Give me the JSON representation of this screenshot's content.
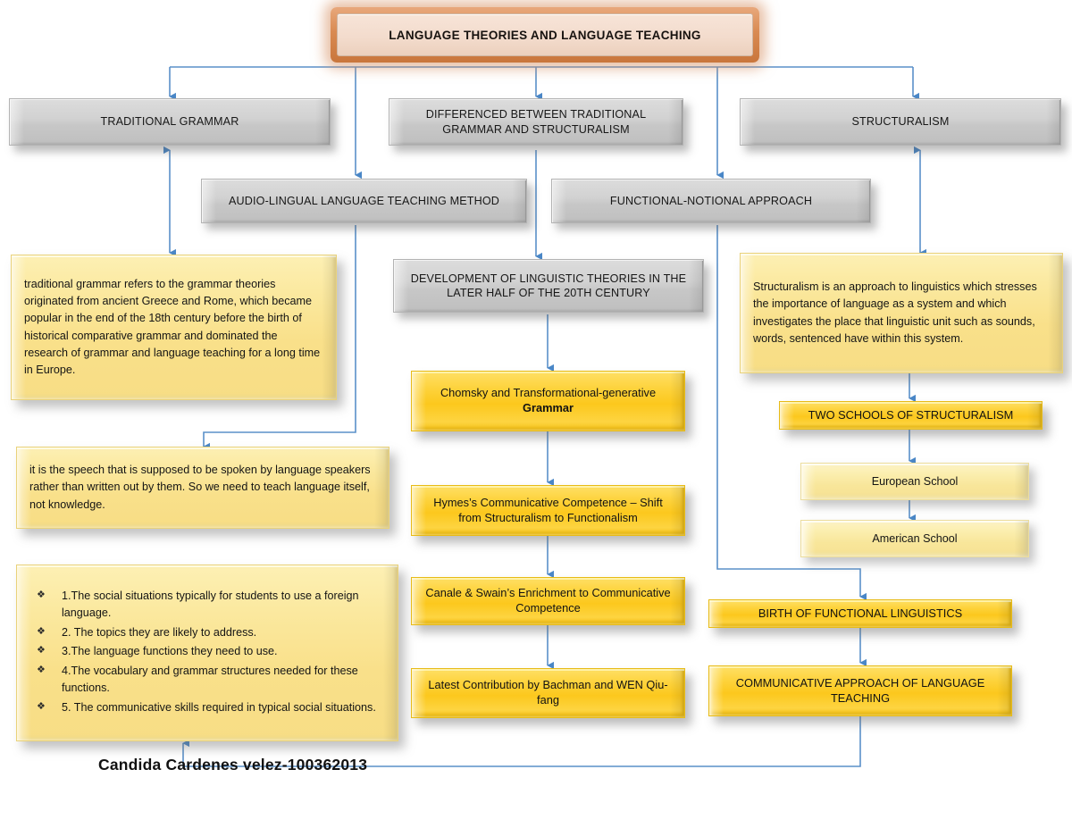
{
  "meta": {
    "accent_blue": "#4a87c7",
    "title_fill": "#f3dccd",
    "title_border": "#d08a55",
    "grey_fill": "#d2d2d2",
    "gold_fill": "#fcc81d",
    "note_fill": "#f9e08a",
    "pale_fill": "#f8e69a"
  },
  "title": {
    "label": "LANGUAGE THEORIES AND LANGUAGE TEACHING"
  },
  "row1": {
    "traditional_grammar": "TRADITIONAL GRAMMAR",
    "differences": "DIFFERENCED BETWEEN TRADITIONAL GRAMMAR AND STRUCTURALISM",
    "structuralism": "STRUCTURALISM"
  },
  "row2": {
    "audio_lingual": "AUDIO-LINGUAL LANGUAGE TEACHING METHOD",
    "functional_notional": "FUNCTIONAL-NOTIONAL APPROACH"
  },
  "left_column": {
    "traditional_grammar_note": "traditional grammar refers to the grammar theories originated from ancient Greece and Rome, which became popular in the end of the 18th century before the birth of historical comparative grammar and dominated the research of grammar and language teaching for a long time in Europe.",
    "speech_note": "it is the speech that is supposed to be spoken by language speakers rather than written out by them. So we need to teach language itself, not knowledge.",
    "bullet_glyph": "❖",
    "bullets": [
      "1.The social situations typically for students to use a foreign language.",
      "2. The topics they are likely to address.",
      "3.The language functions they need to use.",
      "4.The vocabulary and grammar structures needed for these functions.",
      "5. The communicative skills required in typical social situations."
    ]
  },
  "center_column": {
    "development": "DEVELOPMENT OF LINGUISTIC THEORIES IN THE LATER HALF OF THE 20TH CENTURY",
    "chomsky_lead": "Chomsky and Transformational-generative ",
    "chomsky_bold": "Grammar",
    "hymes": "Hymes’s Communicative Competence – Shift from Structuralism to Functionalism",
    "canale_swain": "Canale & Swain’s Enrichment to Communicative Competence",
    "latest": "Latest Contribution by Bachman and WEN Qiu-fang"
  },
  "right_column": {
    "structuralism_note": "Structuralism is an approach to linguistics which stresses the importance of language as a system and which investigates the place that linguistic unit such as sounds, words, sentenced have within this system.",
    "two_schools": "TWO SCHOOLS OF STRUCTURALISM",
    "european_school": "European School",
    "american_school": "American School",
    "birth_functional": "BIRTH OF FUNCTIONAL LINGUISTICS",
    "communicative_approach": "COMMUNICATIVE APPROACH OF LANGUAGE TEACHING"
  },
  "signature": {
    "label": "Candida Cardenes velez-100362013"
  }
}
